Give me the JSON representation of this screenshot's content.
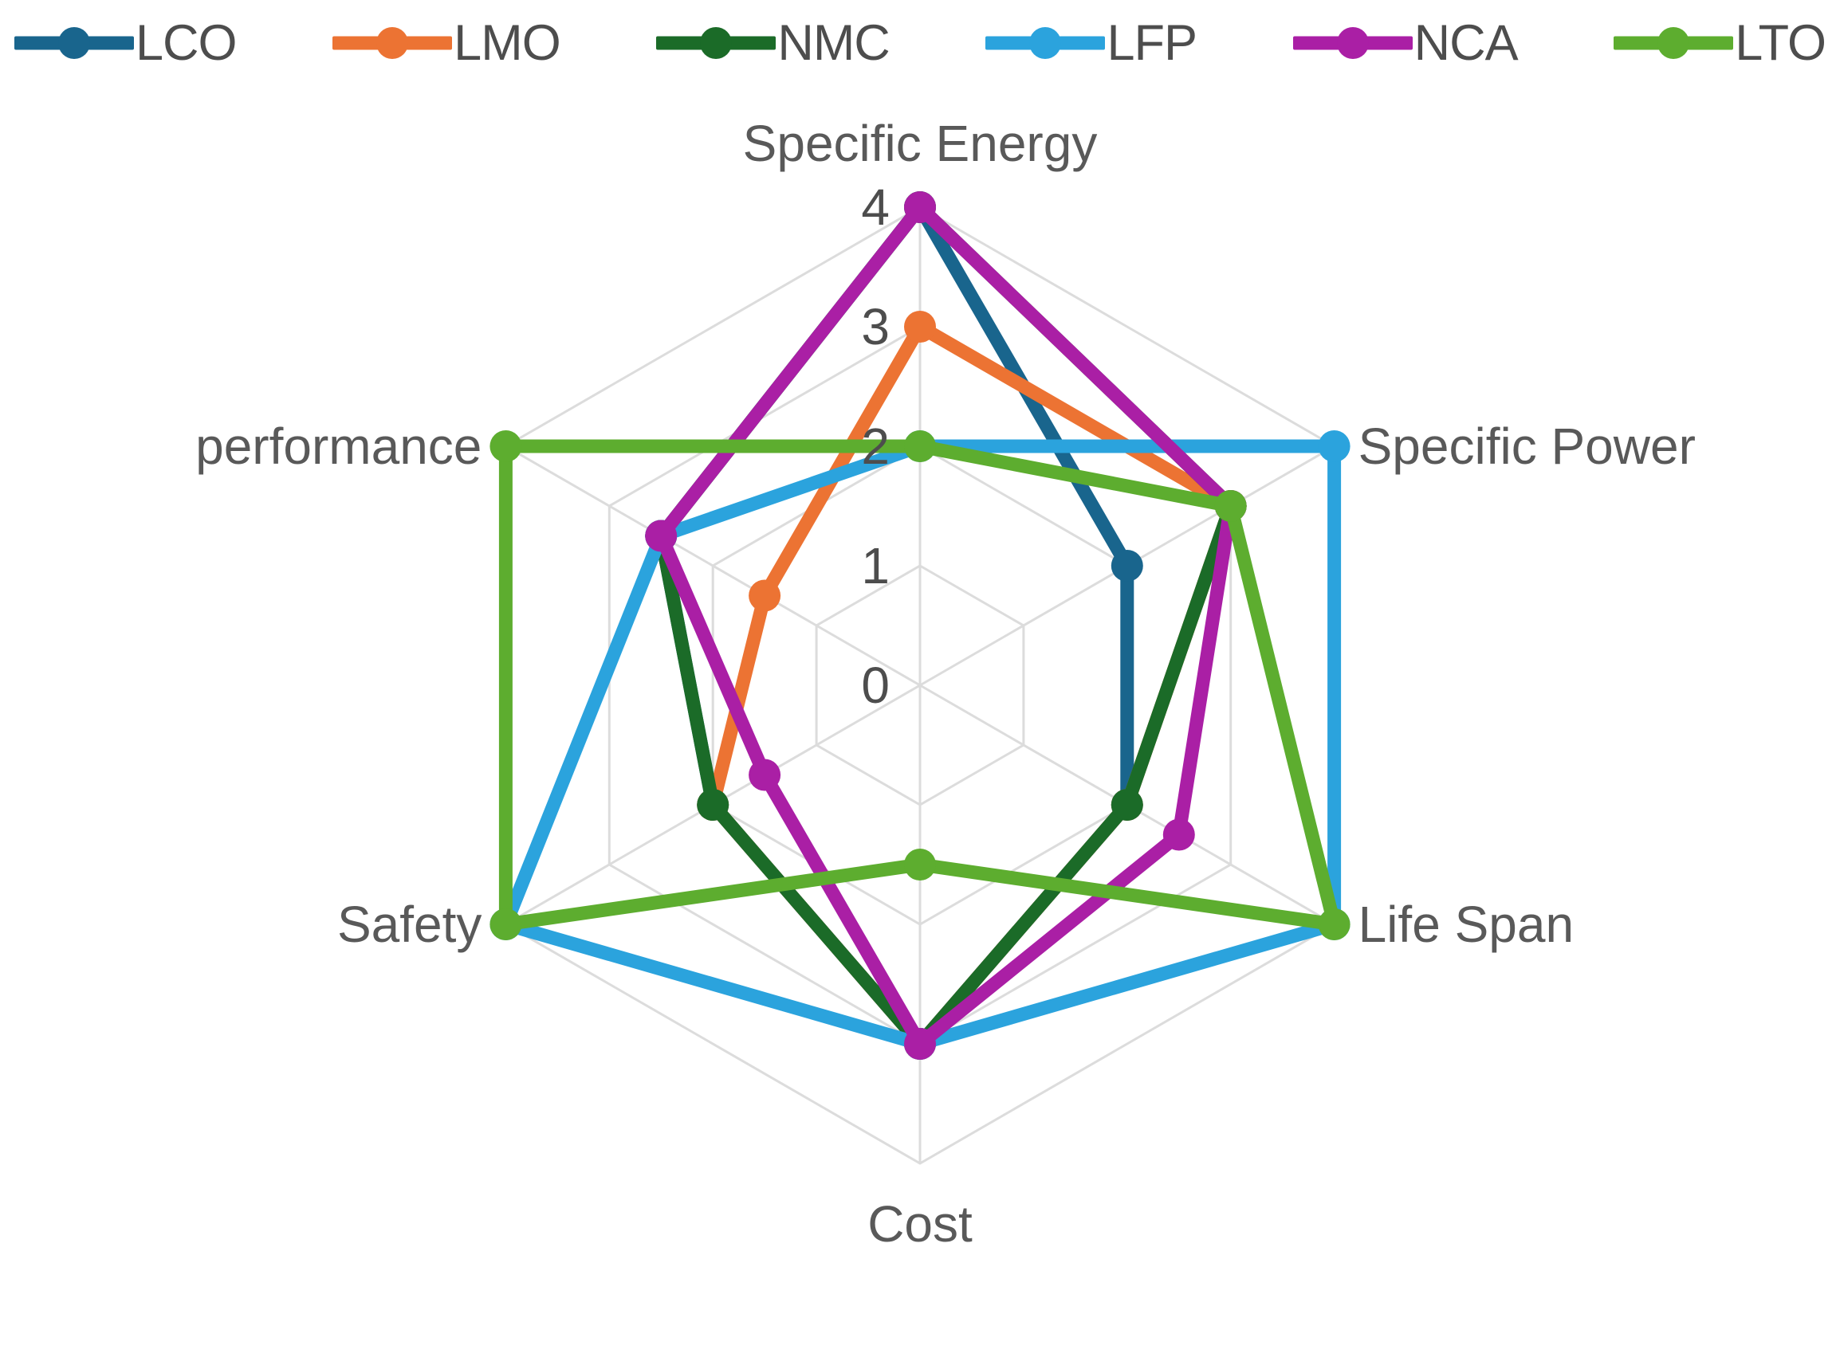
{
  "legend": {
    "items": [
      {
        "label": "LCO",
        "color": "#19658d"
      },
      {
        "label": "LMO",
        "color": "#ec7333"
      },
      {
        "label": "NMC",
        "color": "#1b6b28"
      },
      {
        "label": "LFP",
        "color": "#2ba3dd"
      },
      {
        "label": "NCA",
        "color": "#aa1fa5"
      },
      {
        "label": "LTO",
        "color": "#5dad2f"
      }
    ]
  },
  "chart_data": {
    "type": "radar",
    "title": "",
    "categories": [
      "Specific Energy",
      "Specific Power",
      "Life Span",
      "Cost",
      "Safety",
      "performance"
    ],
    "tick_labels": [
      "0",
      "1",
      "2",
      "3",
      "4"
    ],
    "rlim": [
      0,
      4
    ],
    "grid": true,
    "legend_position": "top",
    "series": [
      {
        "name": "LCO",
        "color": "#19658d",
        "values": [
          4,
          2,
          2,
          3,
          2,
          2.5
        ]
      },
      {
        "name": "LMO",
        "color": "#ec7333",
        "values": [
          3,
          3,
          2,
          3,
          2,
          1.5
        ]
      },
      {
        "name": "NMC",
        "color": "#1b6b28",
        "values": [
          4,
          3,
          2,
          3,
          2,
          2.5
        ]
      },
      {
        "name": "LFP",
        "color": "#2ba3dd",
        "values": [
          2,
          4,
          4,
          3,
          4,
          2.5
        ]
      },
      {
        "name": "NCA",
        "color": "#aa1fa5",
        "values": [
          4,
          3,
          2.5,
          3,
          1.5,
          2.5
        ]
      },
      {
        "name": "LTO",
        "color": "#5dad2f",
        "values": [
          2,
          3,
          4,
          1.5,
          4,
          4
        ]
      }
    ]
  },
  "axis_labels": {
    "specific_energy": "Specific Energy",
    "specific_power": "Specific Power",
    "life_span": "Life Span",
    "cost": "Cost",
    "safety": "Safety",
    "performance": "performance"
  },
  "ticks": {
    "t0": "0",
    "t1": "1",
    "t2": "2",
    "t3": "3",
    "t4": "4"
  },
  "colors": {
    "grid": "#dcdcdc",
    "text": "#595959",
    "background": "#ffffff"
  }
}
